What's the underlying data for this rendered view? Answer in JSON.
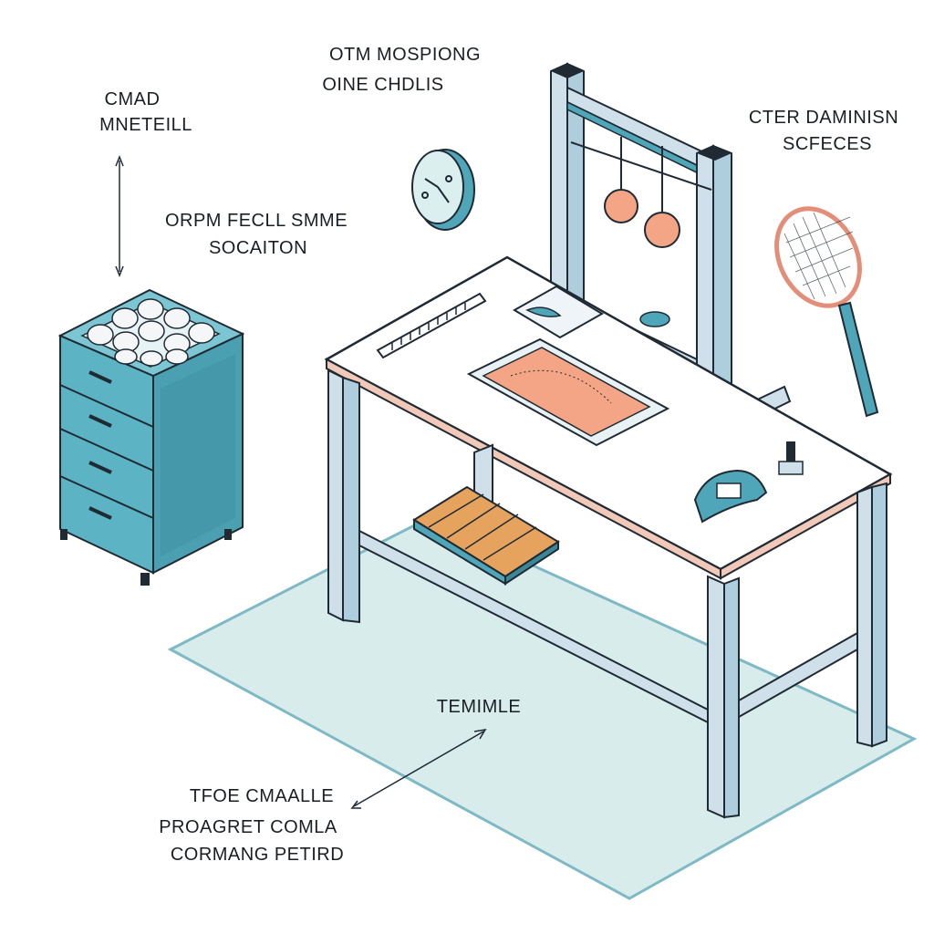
{
  "labels": {
    "top_center": [
      "OTM MOSPIONG",
      "OINE CHDLIS"
    ],
    "top_left": [
      "CMAD",
      "MNETEILL"
    ],
    "mid_left": [
      "ORPM FECLL SMME",
      "SOCAITON"
    ],
    "top_right": [
      "CTER DAMINISN",
      "SCFECES"
    ],
    "floor": [
      "TEMIMLE"
    ],
    "bottom_left": [
      "TFOE CMAALLE",
      "PROAGRET COMLA",
      "CORMANG PETIRD"
    ]
  },
  "colors": {
    "outline": "#1f2a33",
    "teal": "#4fa6b8",
    "teal_dark": "#3a8799",
    "floor": "#d9ecec",
    "floor_edge": "#7fb9c4",
    "desk_top": "#ffffff",
    "desk_edge": "#f2c9b8",
    "frame": "#cfe0ea",
    "peach": "#f4a586",
    "wood": "#e6a35e",
    "balls": "#eef2f4"
  },
  "icons": [
    "storage-cabinet-icon",
    "ball-icon",
    "wall-clock-icon",
    "tennis-racket-icon",
    "rack-frame-icon",
    "hanging-ball-icon",
    "keyboard-icon",
    "mat-icon",
    "tool-icon",
    "box-icon"
  ]
}
